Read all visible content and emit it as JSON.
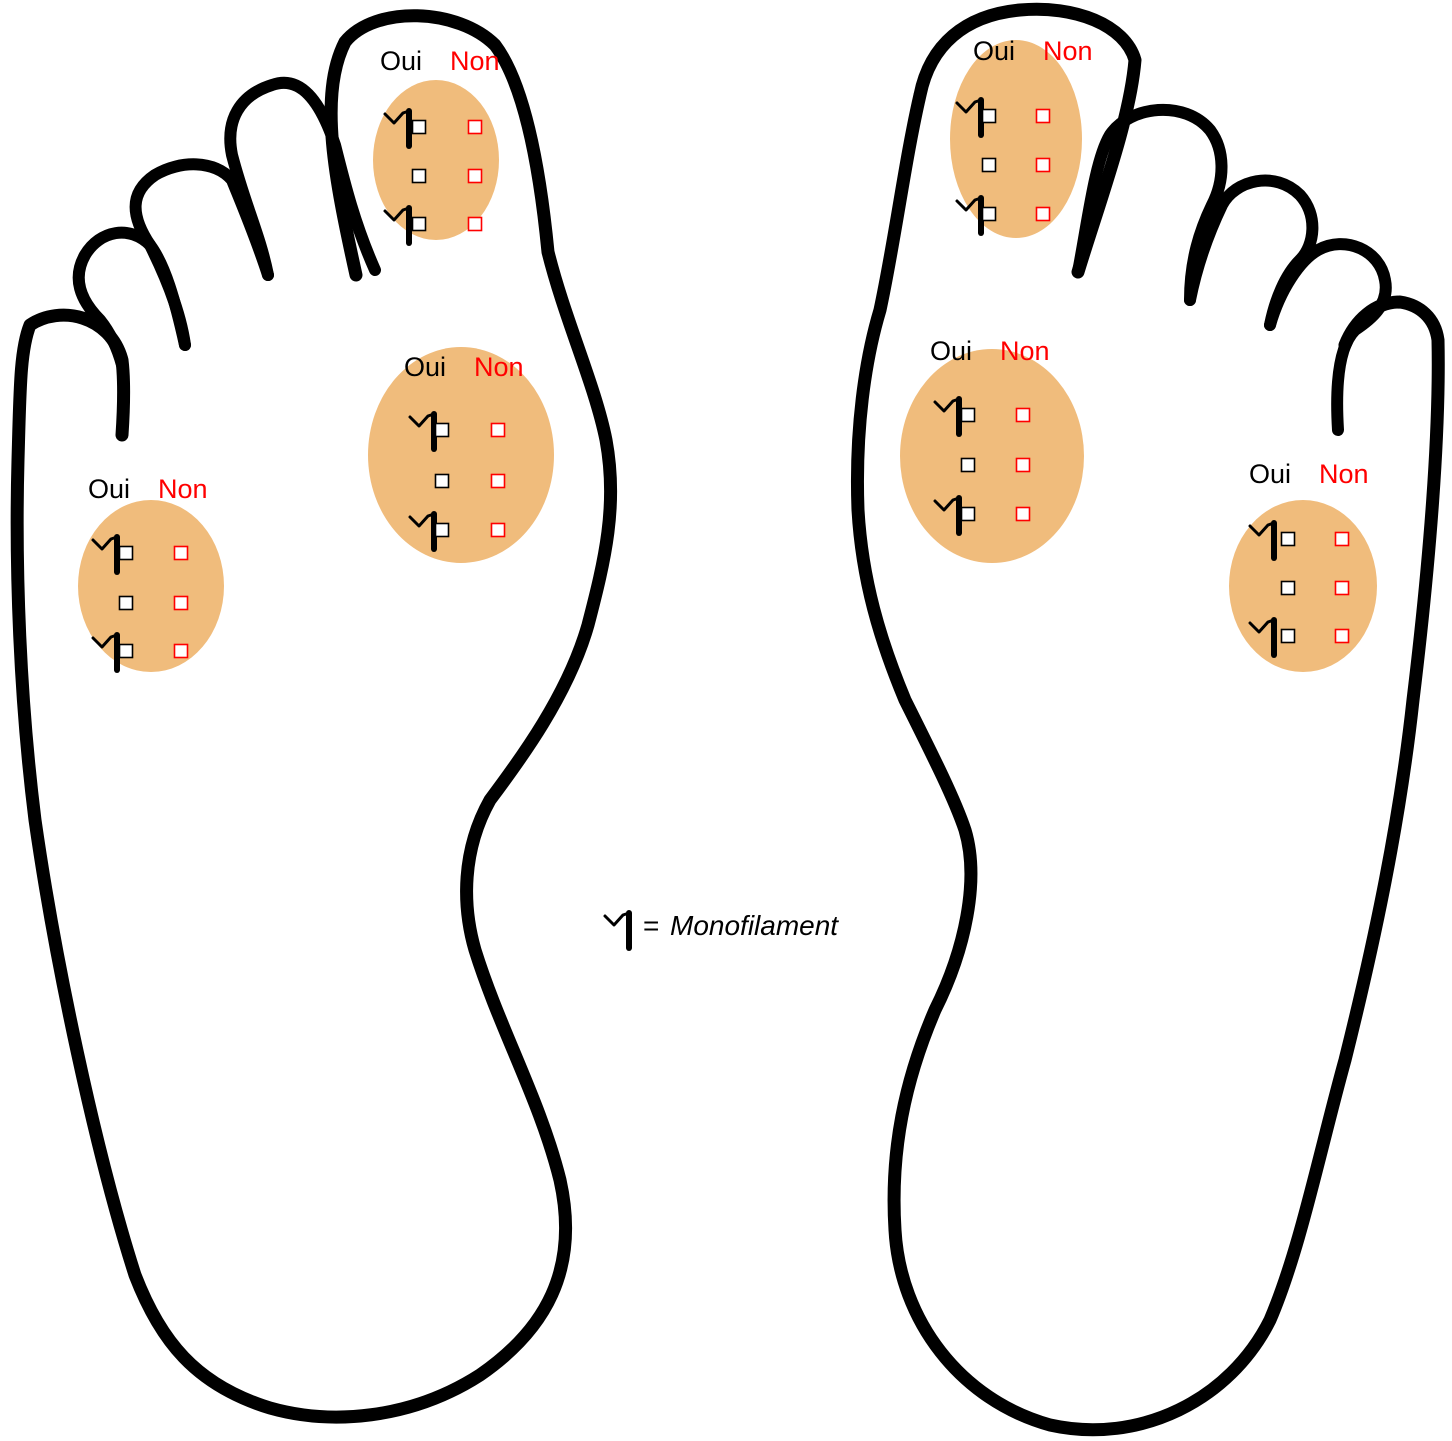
{
  "colors": {
    "zone_fill": "#f0bc7c",
    "oui_color": "#000000",
    "non_color": "#ff0000",
    "outline": "#000000"
  },
  "zone_labels": {
    "oui": "Oui",
    "non": "Non"
  },
  "monofilament_icon": "monofilament-icon",
  "legend": {
    "equals": "=",
    "text": "Monofilament"
  },
  "zones": [
    {
      "id": "left-hallux",
      "rows": [
        {
          "monofilament": true
        },
        {
          "monofilament": false
        },
        {
          "monofilament": true
        }
      ]
    },
    {
      "id": "left-first-metatarsal",
      "rows": [
        {
          "monofilament": true
        },
        {
          "monofilament": false
        },
        {
          "monofilament": true
        }
      ]
    },
    {
      "id": "left-fifth-metatarsal",
      "rows": [
        {
          "monofilament": true
        },
        {
          "monofilament": false
        },
        {
          "monofilament": true
        }
      ]
    },
    {
      "id": "right-hallux",
      "rows": [
        {
          "monofilament": true
        },
        {
          "monofilament": false
        },
        {
          "monofilament": true
        }
      ]
    },
    {
      "id": "right-first-metatarsal",
      "rows": [
        {
          "monofilament": true
        },
        {
          "monofilament": false
        },
        {
          "monofilament": true
        }
      ]
    },
    {
      "id": "right-fifth-metatarsal",
      "rows": [
        {
          "monofilament": true
        },
        {
          "monofilament": false
        },
        {
          "monofilament": true
        }
      ]
    }
  ]
}
